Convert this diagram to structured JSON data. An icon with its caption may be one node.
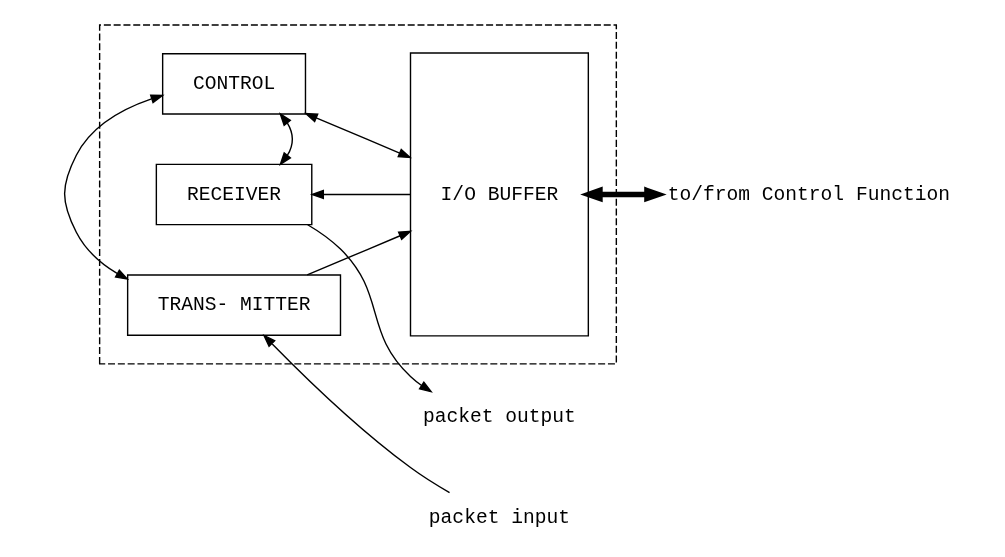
{
  "diagram": {
    "nodes": [
      {
        "text": [],
        "shape": "box"
      },
      {
        "text": [
          "TRANS- MITTER"
        ],
        "in": 0
      },
      {
        "text": [
          "CONTROL"
        ],
        "in": 0
      },
      {
        "text": [
          "RECEIVER"
        ],
        "in": 0
      },
      {
        "text": [
          "I/O BUFFER"
        ],
        "in": 0
      },
      {
        "text": [
          "packet input"
        ]
      },
      {
        "text": [
          "packet output"
        ]
      },
      {
        "text": [
          "to/from Control Function"
        ]
      }
    ],
    "edges": [
      {
        "from": 5,
        "to": 1,
        "arrow": "to"
      },
      {
        "from": 1,
        "to": 4,
        "arrow": "to"
      },
      {
        "from": 1,
        "to": 2,
        "arrow": "both"
      },
      {
        "from": 2,
        "to": 4,
        "arrow": "both"
      },
      {
        "from": 2,
        "to": 3,
        "arrow": "both"
      },
      {
        "from": 4,
        "to": 3,
        "arrow": "to"
      },
      {
        "from": 3,
        "to": 6,
        "arrow": "to"
      },
      {
        "from": 4,
        "to": 7,
        "arrow": "both",
        "style": "thick"
      }
    ]
  }
}
